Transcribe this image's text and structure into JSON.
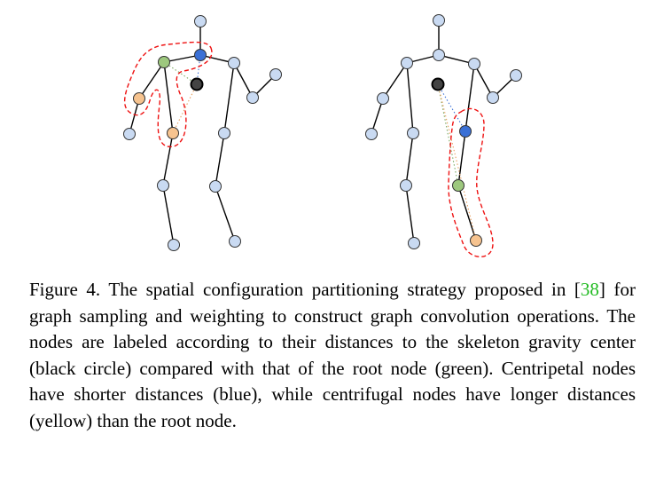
{
  "colors": {
    "joint_default": "#c9daf2",
    "joint_root": "#9dc87e",
    "joint_centripetal": "#3a70d6",
    "joint_centrifugal": "#f6c38f",
    "gravity_center": "#444444",
    "edge": "#000000",
    "partition_outline": "#ee1111",
    "citation": "#22bb22"
  },
  "caption": {
    "label": "Figure 4.",
    "text_before_cite": " The spatial configuration partitioning strategy proposed in [",
    "citation": "38",
    "text_after_cite": "] for graph sampling and weighting to construct graph convolution operations. The nodes are labeled according to their distances to the skeleton gravity center (black circle) compared with that of the root node (green). Centripetal nodes have shorter distances (blue), while centrifugal nodes have longer distances (yellow) than the root node."
  }
}
